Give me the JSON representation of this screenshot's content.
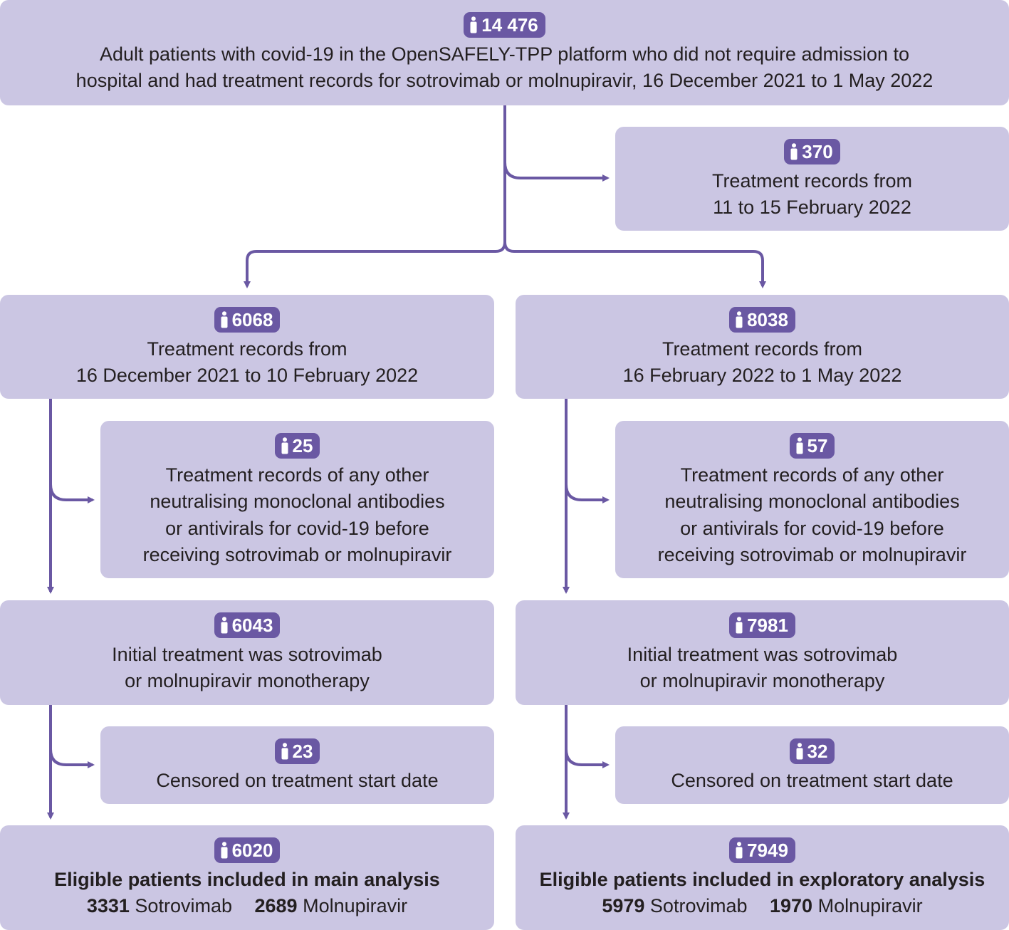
{
  "boxes": {
    "start": {
      "count": "14 476",
      "text": "Adult patients with covid-19 in the OpenSAFELY-TPP platform who did not require admission to\nhospital and had treatment records for sotrovimab or molnupiravir, 16 December 2021 to 1 May 2022"
    },
    "excluded_feb": {
      "count": "370",
      "text": "Treatment records from\n11 to 15 February 2022"
    },
    "left_period": {
      "count": "6068",
      "text": "Treatment records from\n16 December 2021 to 10 February 2022"
    },
    "right_period": {
      "count": "8038",
      "text": "Treatment records from\n16 February 2022 to 1 May 2022"
    },
    "left_excl1": {
      "count": "25",
      "text": "Treatment records of any other\nneutralising monoclonal antibodies\nor antivirals for covid-19 before\nreceiving sotrovimab or molnupiravir"
    },
    "right_excl1": {
      "count": "57",
      "text": "Treatment records of any other\nneutralising monoclonal antibodies\nor antivirals for covid-19 before\nreceiving sotrovimab or molnupiravir"
    },
    "left_mono": {
      "count": "6043",
      "text": "Initial treatment was sotrovimab\nor molnupiravir monotherapy"
    },
    "right_mono": {
      "count": "7981",
      "text": "Initial treatment was sotrovimab\nor molnupiravir monotherapy"
    },
    "left_excl2": {
      "count": "23",
      "text": "Censored on treatment start date"
    },
    "right_excl2": {
      "count": "32",
      "text": "Censored on treatment start date"
    },
    "left_final": {
      "count": "6020",
      "title": "Eligible patients included in main analysis",
      "sot_n": "3331",
      "sot_label": "Sotrovimab",
      "mol_n": "2689",
      "mol_label": "Molnupiravir"
    },
    "right_final": {
      "count": "7949",
      "title": "Eligible patients included in exploratory analysis",
      "sot_n": "5979",
      "sot_label": "Sotrovimab",
      "mol_n": "1970",
      "mol_label": "Molnupiravir"
    }
  },
  "colors": {
    "box": "#cbc6e3",
    "accent": "#6a58a3",
    "text": "#231f20"
  },
  "icons": {
    "badge": "person-icon"
  }
}
